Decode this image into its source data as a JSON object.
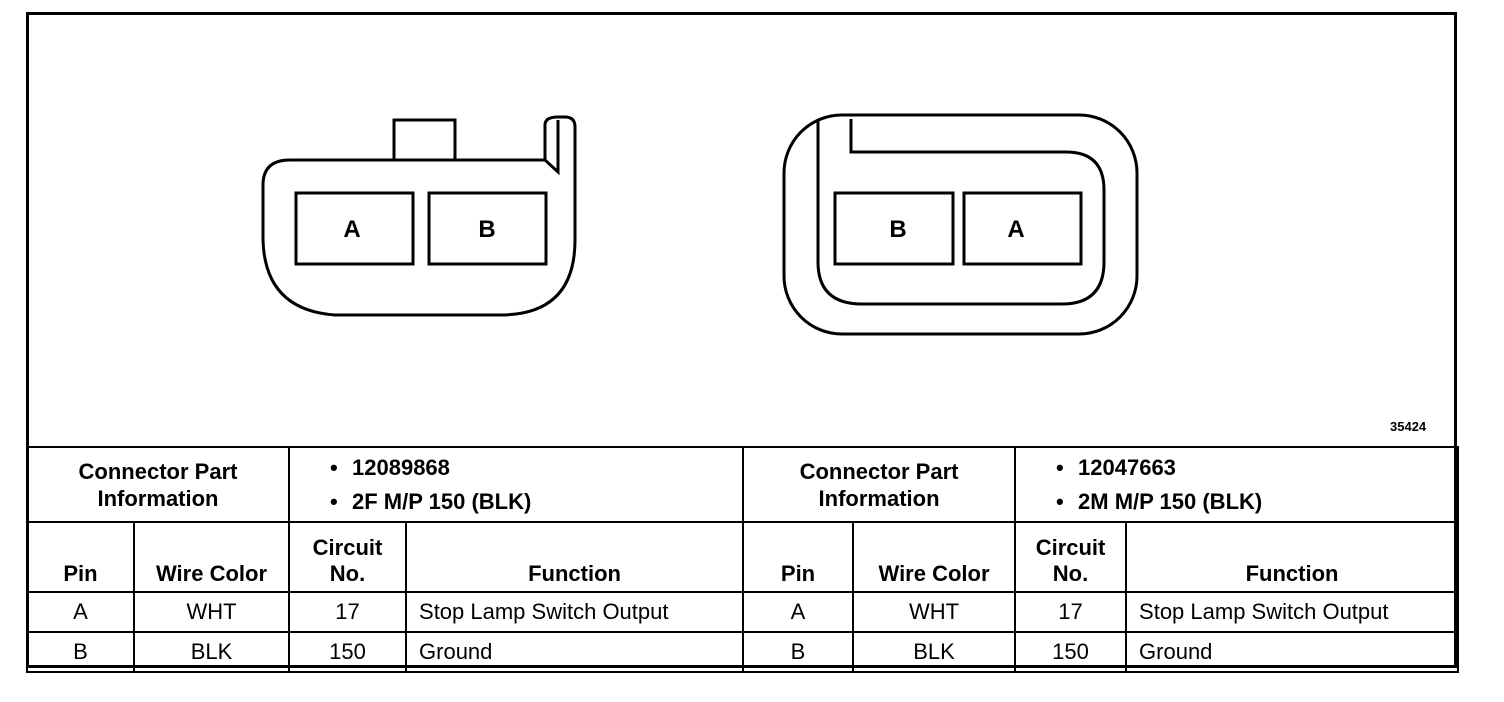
{
  "figure_number": "35424",
  "connectors": [
    {
      "cavities": [
        "A",
        "B"
      ],
      "info_label_line1": "Connector Part",
      "info_label_line2": "Information",
      "part_number": "12089868",
      "description": "2F M/P 150 (BLK)",
      "headers": {
        "pin": "Pin",
        "wire_color": "Wire Color",
        "circuit_line1": "Circuit",
        "circuit_line2": "No.",
        "function": "Function"
      },
      "rows": [
        {
          "pin": "A",
          "wire_color": "WHT",
          "circuit": "17",
          "function": "Stop Lamp Switch Output"
        },
        {
          "pin": "B",
          "wire_color": "BLK",
          "circuit": "150",
          "function": "Ground"
        }
      ]
    },
    {
      "cavities": [
        "B",
        "A"
      ],
      "info_label_line1": "Connector Part",
      "info_label_line2": "Information",
      "part_number": "12047663",
      "description": "2M M/P 150 (BLK)",
      "headers": {
        "pin": "Pin",
        "wire_color": "Wire Color",
        "circuit_line1": "Circuit",
        "circuit_line2": "No.",
        "function": "Function"
      },
      "rows": [
        {
          "pin": "A",
          "wire_color": "WHT",
          "circuit": "17",
          "function": "Stop Lamp Switch Output"
        },
        {
          "pin": "B",
          "wire_color": "BLK",
          "circuit": "150",
          "function": "Ground"
        }
      ]
    }
  ]
}
